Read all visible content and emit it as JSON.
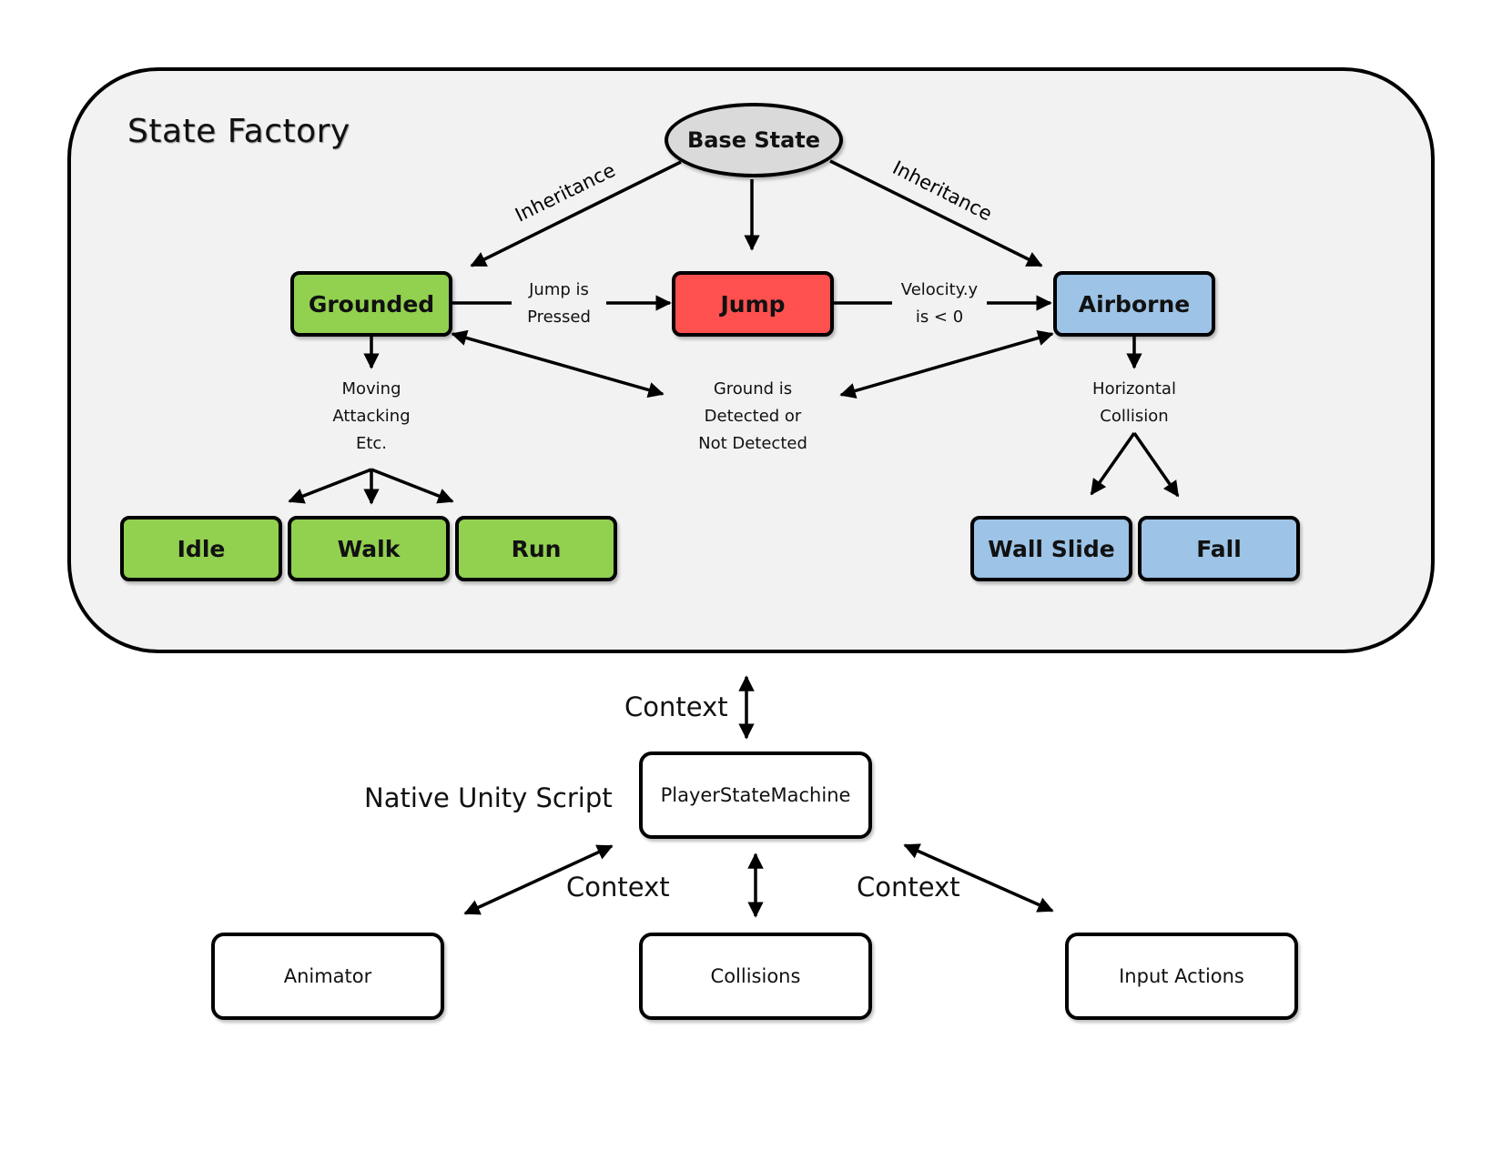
{
  "factory": {
    "title": "State Factory",
    "base_state": "Base State",
    "inheritance_left": "Inheritance",
    "inheritance_right": "Inheritance",
    "states": {
      "grounded": "Grounded",
      "jump": "Jump",
      "airborne": "Airborne",
      "idle": "Idle",
      "walk": "Walk",
      "run": "Run",
      "wall_slide": "Wall Slide",
      "fall": "Fall"
    },
    "transitions": {
      "jump_pressed": [
        "Jump is",
        "Pressed"
      ],
      "velocity": [
        "Velocity.y",
        "is < 0"
      ],
      "grounded_sub": [
        "Moving",
        "Attacking",
        "Etc."
      ],
      "ground_detected": [
        "Ground is",
        "Detected or",
        "Not Detected"
      ],
      "horizontal": [
        "Horizontal",
        "Collision"
      ]
    },
    "colors": {
      "grounded": "#92d050",
      "jump": "#ff5050",
      "airborne": "#9dc3e6",
      "base_state": "#dadada",
      "panel": "#f2f2f2"
    }
  },
  "machine": {
    "context_top": "Context",
    "native_label": "Native Unity Script",
    "player_state_machine": "PlayerStateMachine",
    "context_left": "Context",
    "context_right": "Context",
    "animator": "Animator",
    "collisions": "Collisions",
    "input_actions": "Input Actions"
  }
}
